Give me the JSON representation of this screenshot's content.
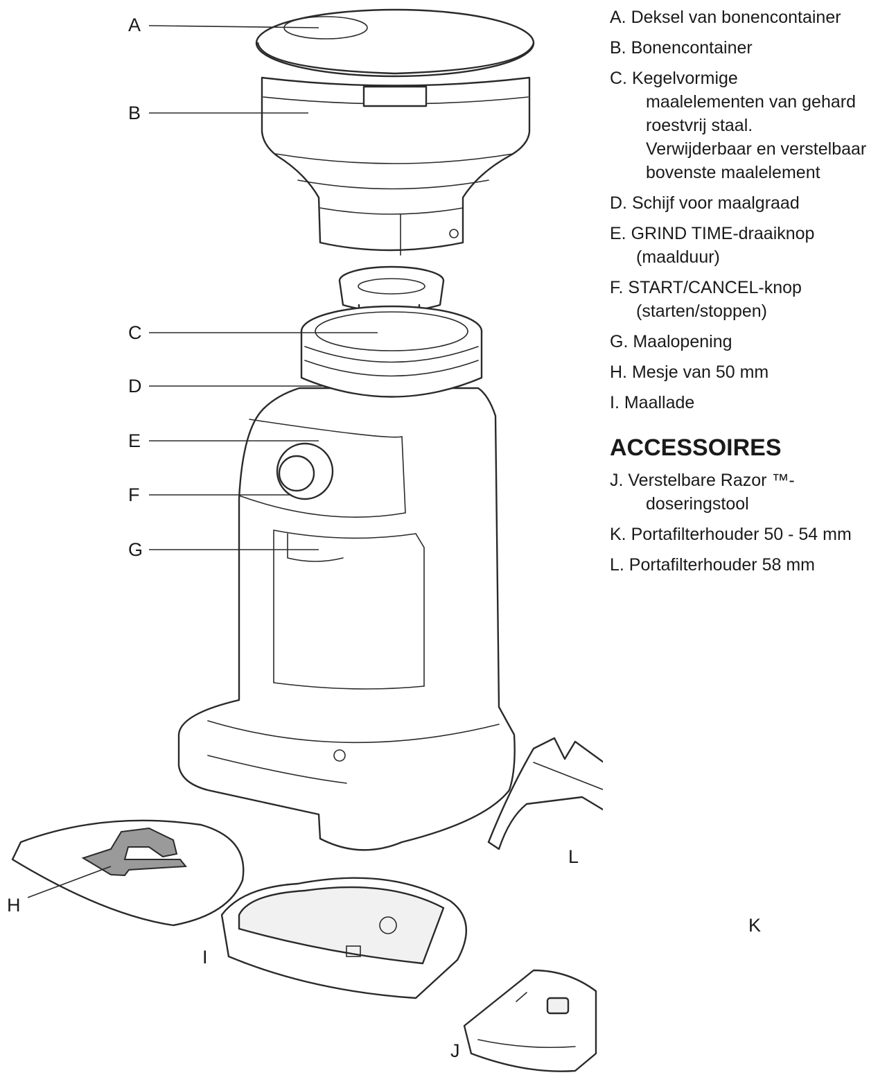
{
  "callouts": {
    "A": "A",
    "B": "B",
    "C": "C",
    "D": "D",
    "E": "E",
    "F": "F",
    "G": "G",
    "H": "H",
    "I": "I",
    "J": "J",
    "K": "K",
    "L": "L"
  },
  "legend": {
    "parts": [
      {
        "first": "A. Deksel van bonencontainer",
        "cont": []
      },
      {
        "first": "B. Bonencontainer",
        "cont": []
      },
      {
        "first": "C. Kegelvormige",
        "cont": [
          "maalelementen van gehard",
          "roestvrij staal.",
          "Verwijderbaar en verstelbaar",
          "bovenste maalelement"
        ]
      },
      {
        "first": "D. Schijf voor maalgraad",
        "cont": []
      },
      {
        "first": "E. GRIND TIME-draaiknop",
        "cont": [
          "(maalduur)"
        ]
      },
      {
        "first": "F. START/CANCEL-knop",
        "cont": [
          "(starten/stoppen)"
        ]
      },
      {
        "first": "G. Maalopening",
        "cont": []
      },
      {
        "first": "H. Mesje van 50 mm",
        "cont": []
      },
      {
        "first": "I. Maallade",
        "cont": []
      }
    ],
    "accessories_heading": "ACCESSOIRES",
    "accessories": [
      {
        "first": "J. Verstelbare Razor ™-",
        "cont": [
          "doseringstool"
        ]
      },
      {
        "first": "K. Portafilterhouder 50 - 54 mm",
        "cont": []
      },
      {
        "first": "L. Portafilterhouder 58 mm",
        "cont": []
      }
    ]
  }
}
